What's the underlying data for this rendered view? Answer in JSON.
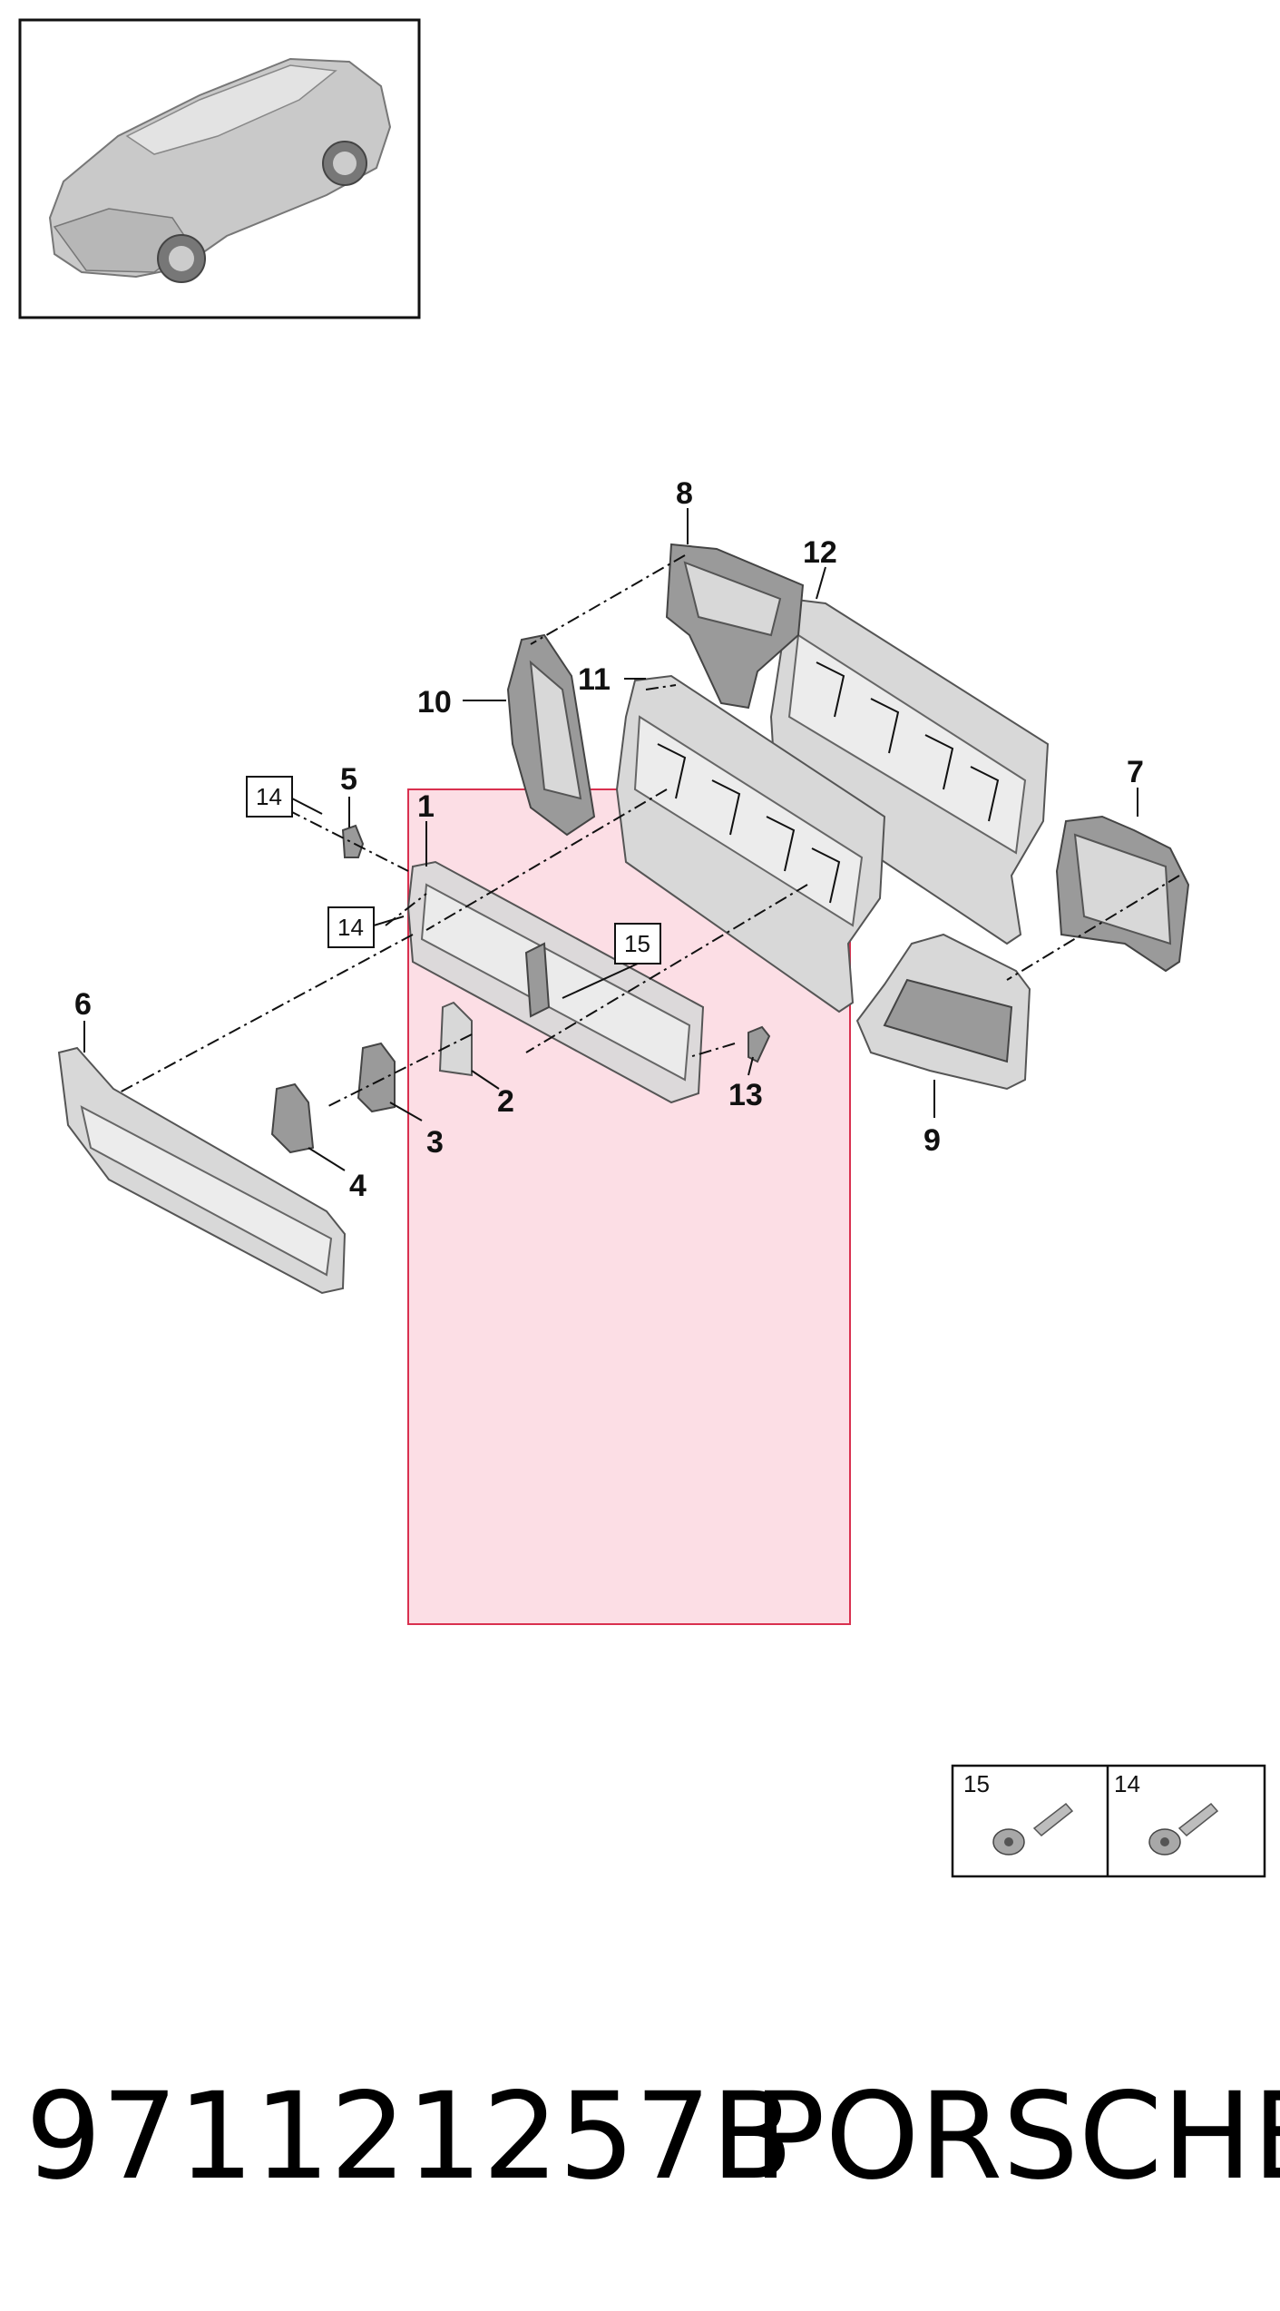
{
  "callouts": {
    "c1": "1",
    "c2": "2",
    "c3": "3",
    "c4": "4",
    "c5": "5",
    "c6": "6",
    "c7": "7",
    "c8": "8",
    "c9": "9",
    "c10": "10",
    "c11": "11",
    "c12": "12",
    "c13": "13",
    "c14a": "14",
    "c14b": "14",
    "c15": "15"
  },
  "fastener_table": {
    "left_label": "15",
    "right_label": "14"
  },
  "footer": {
    "part_number": "971121257B",
    "brand": "PORSCHE"
  },
  "colors": {
    "highlight_fill": "#fbd3dc",
    "highlight_stroke": "#d9304f"
  },
  "thumbnail": {
    "subject": "car-thumbnail"
  }
}
